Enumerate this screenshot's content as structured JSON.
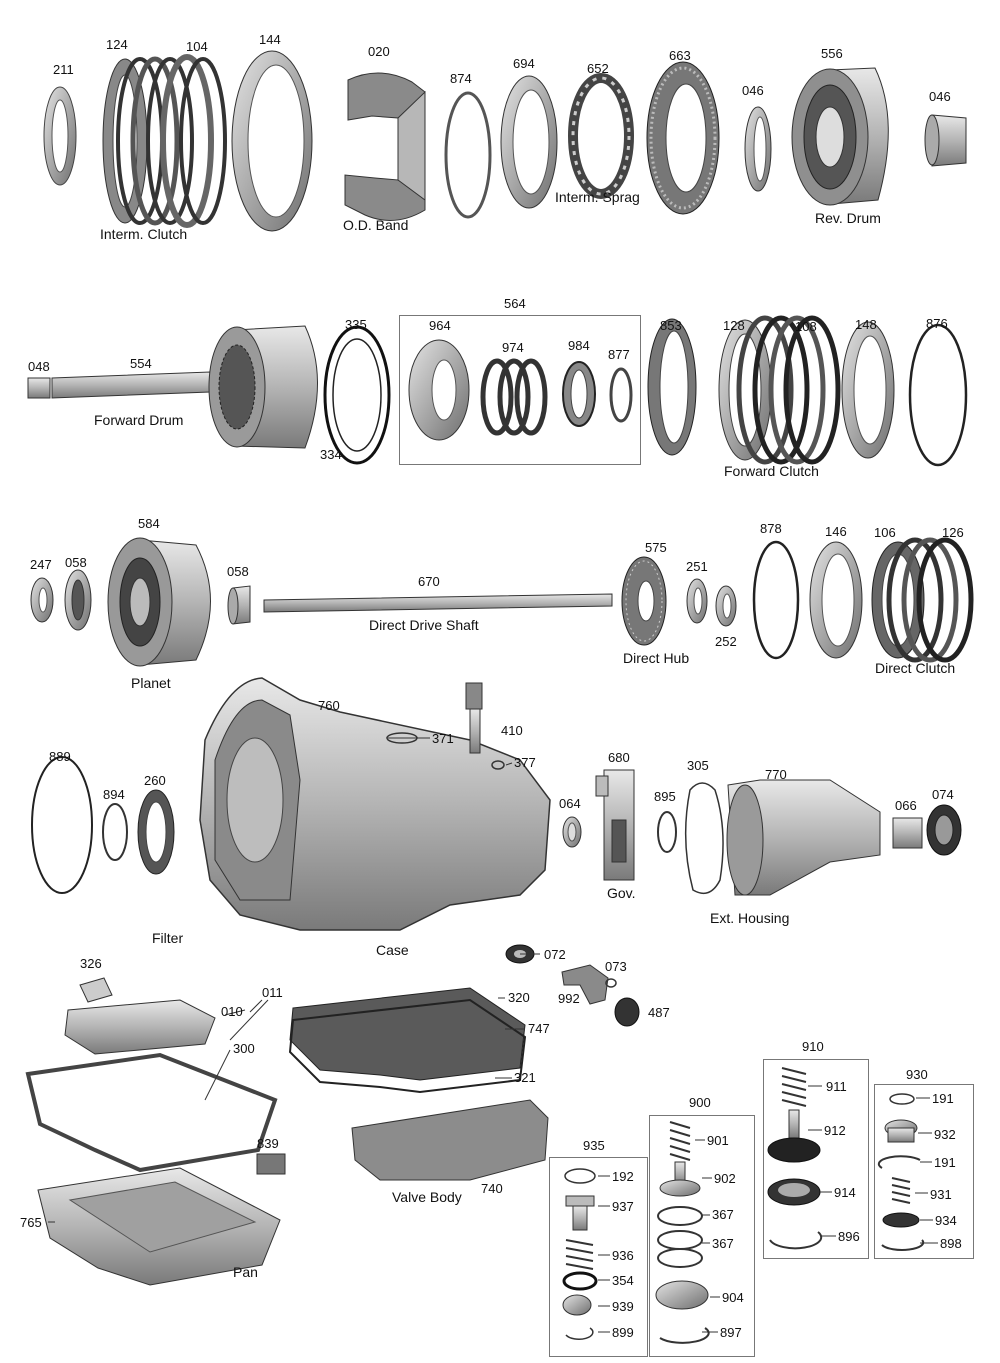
{
  "diagram": {
    "labels": {
      "n211": "211",
      "n124": "124",
      "n104": "104",
      "n144": "144",
      "n020": "020",
      "n874": "874",
      "n694": "694",
      "n652": "652",
      "n663": "663",
      "n046a": "046",
      "n556": "556",
      "n046b": "046",
      "n048": "048",
      "n554": "554",
      "n335": "335",
      "n334": "334",
      "n564": "564",
      "n964": "964",
      "n974": "974",
      "n984": "984",
      "n877": "877",
      "n853": "853",
      "n128": "128",
      "n108": "108",
      "n148": "148",
      "n876": "876",
      "n584": "584",
      "n247": "247",
      "n058a": "058",
      "n058b": "058",
      "n670": "670",
      "n575": "575",
      "n251": "251",
      "n252": "252",
      "n878": "878",
      "n146": "146",
      "n106": "106",
      "n126": "126",
      "n760": "760",
      "n371": "371",
      "n410": "410",
      "n377": "377",
      "n680": "680",
      "n064": "064",
      "n305": "305",
      "n770": "770",
      "n895": "895",
      "n066": "066",
      "n074": "074",
      "n889": "889",
      "n894": "894",
      "n260": "260",
      "n326": "326",
      "n011": "011",
      "n010": "010",
      "n300": "300",
      "n072": "072",
      "n073": "073",
      "n992": "992",
      "n487": "487",
      "n320": "320",
      "n747": "747",
      "n321": "321",
      "n839": "839",
      "n740": "740",
      "n765": "765",
      "n910": "910",
      "n911": "911",
      "n912": "912",
      "n914": "914",
      "n896": "896",
      "n930": "930",
      "n191a": "191",
      "n932": "932",
      "n191b": "191",
      "n931": "931",
      "n934": "934",
      "n898": "898",
      "n900": "900",
      "n901": "901",
      "n902": "902",
      "n367a": "367",
      "n367b": "367",
      "n904": "904",
      "n897": "897",
      "n935": "935",
      "n192": "192",
      "n937": "937",
      "n936": "936",
      "n354": "354",
      "n939": "939",
      "n899": "899"
    },
    "captions": {
      "interm_clutch": "Interm. Clutch",
      "od_band": "O.D. Band",
      "interm_sprag": "Interm. Sprag",
      "rev_drum": "Rev. Drum",
      "forward_drum": "Forward Drum",
      "forward_clutch": "Forward Clutch",
      "planet": "Planet",
      "direct_drive_shaft": "Direct Drive Shaft",
      "direct_hub": "Direct Hub",
      "direct_clutch": "Direct Clutch",
      "filter": "Filter",
      "case": "Case",
      "gov": "Gov.",
      "ext_housing": "Ext. Housing",
      "valve_body": "Valve Body",
      "pan": "Pan"
    },
    "colors": {
      "metal": "#b9b9b9",
      "dark": "#3a3a3a",
      "line": "#222222",
      "box": "#777777"
    }
  }
}
